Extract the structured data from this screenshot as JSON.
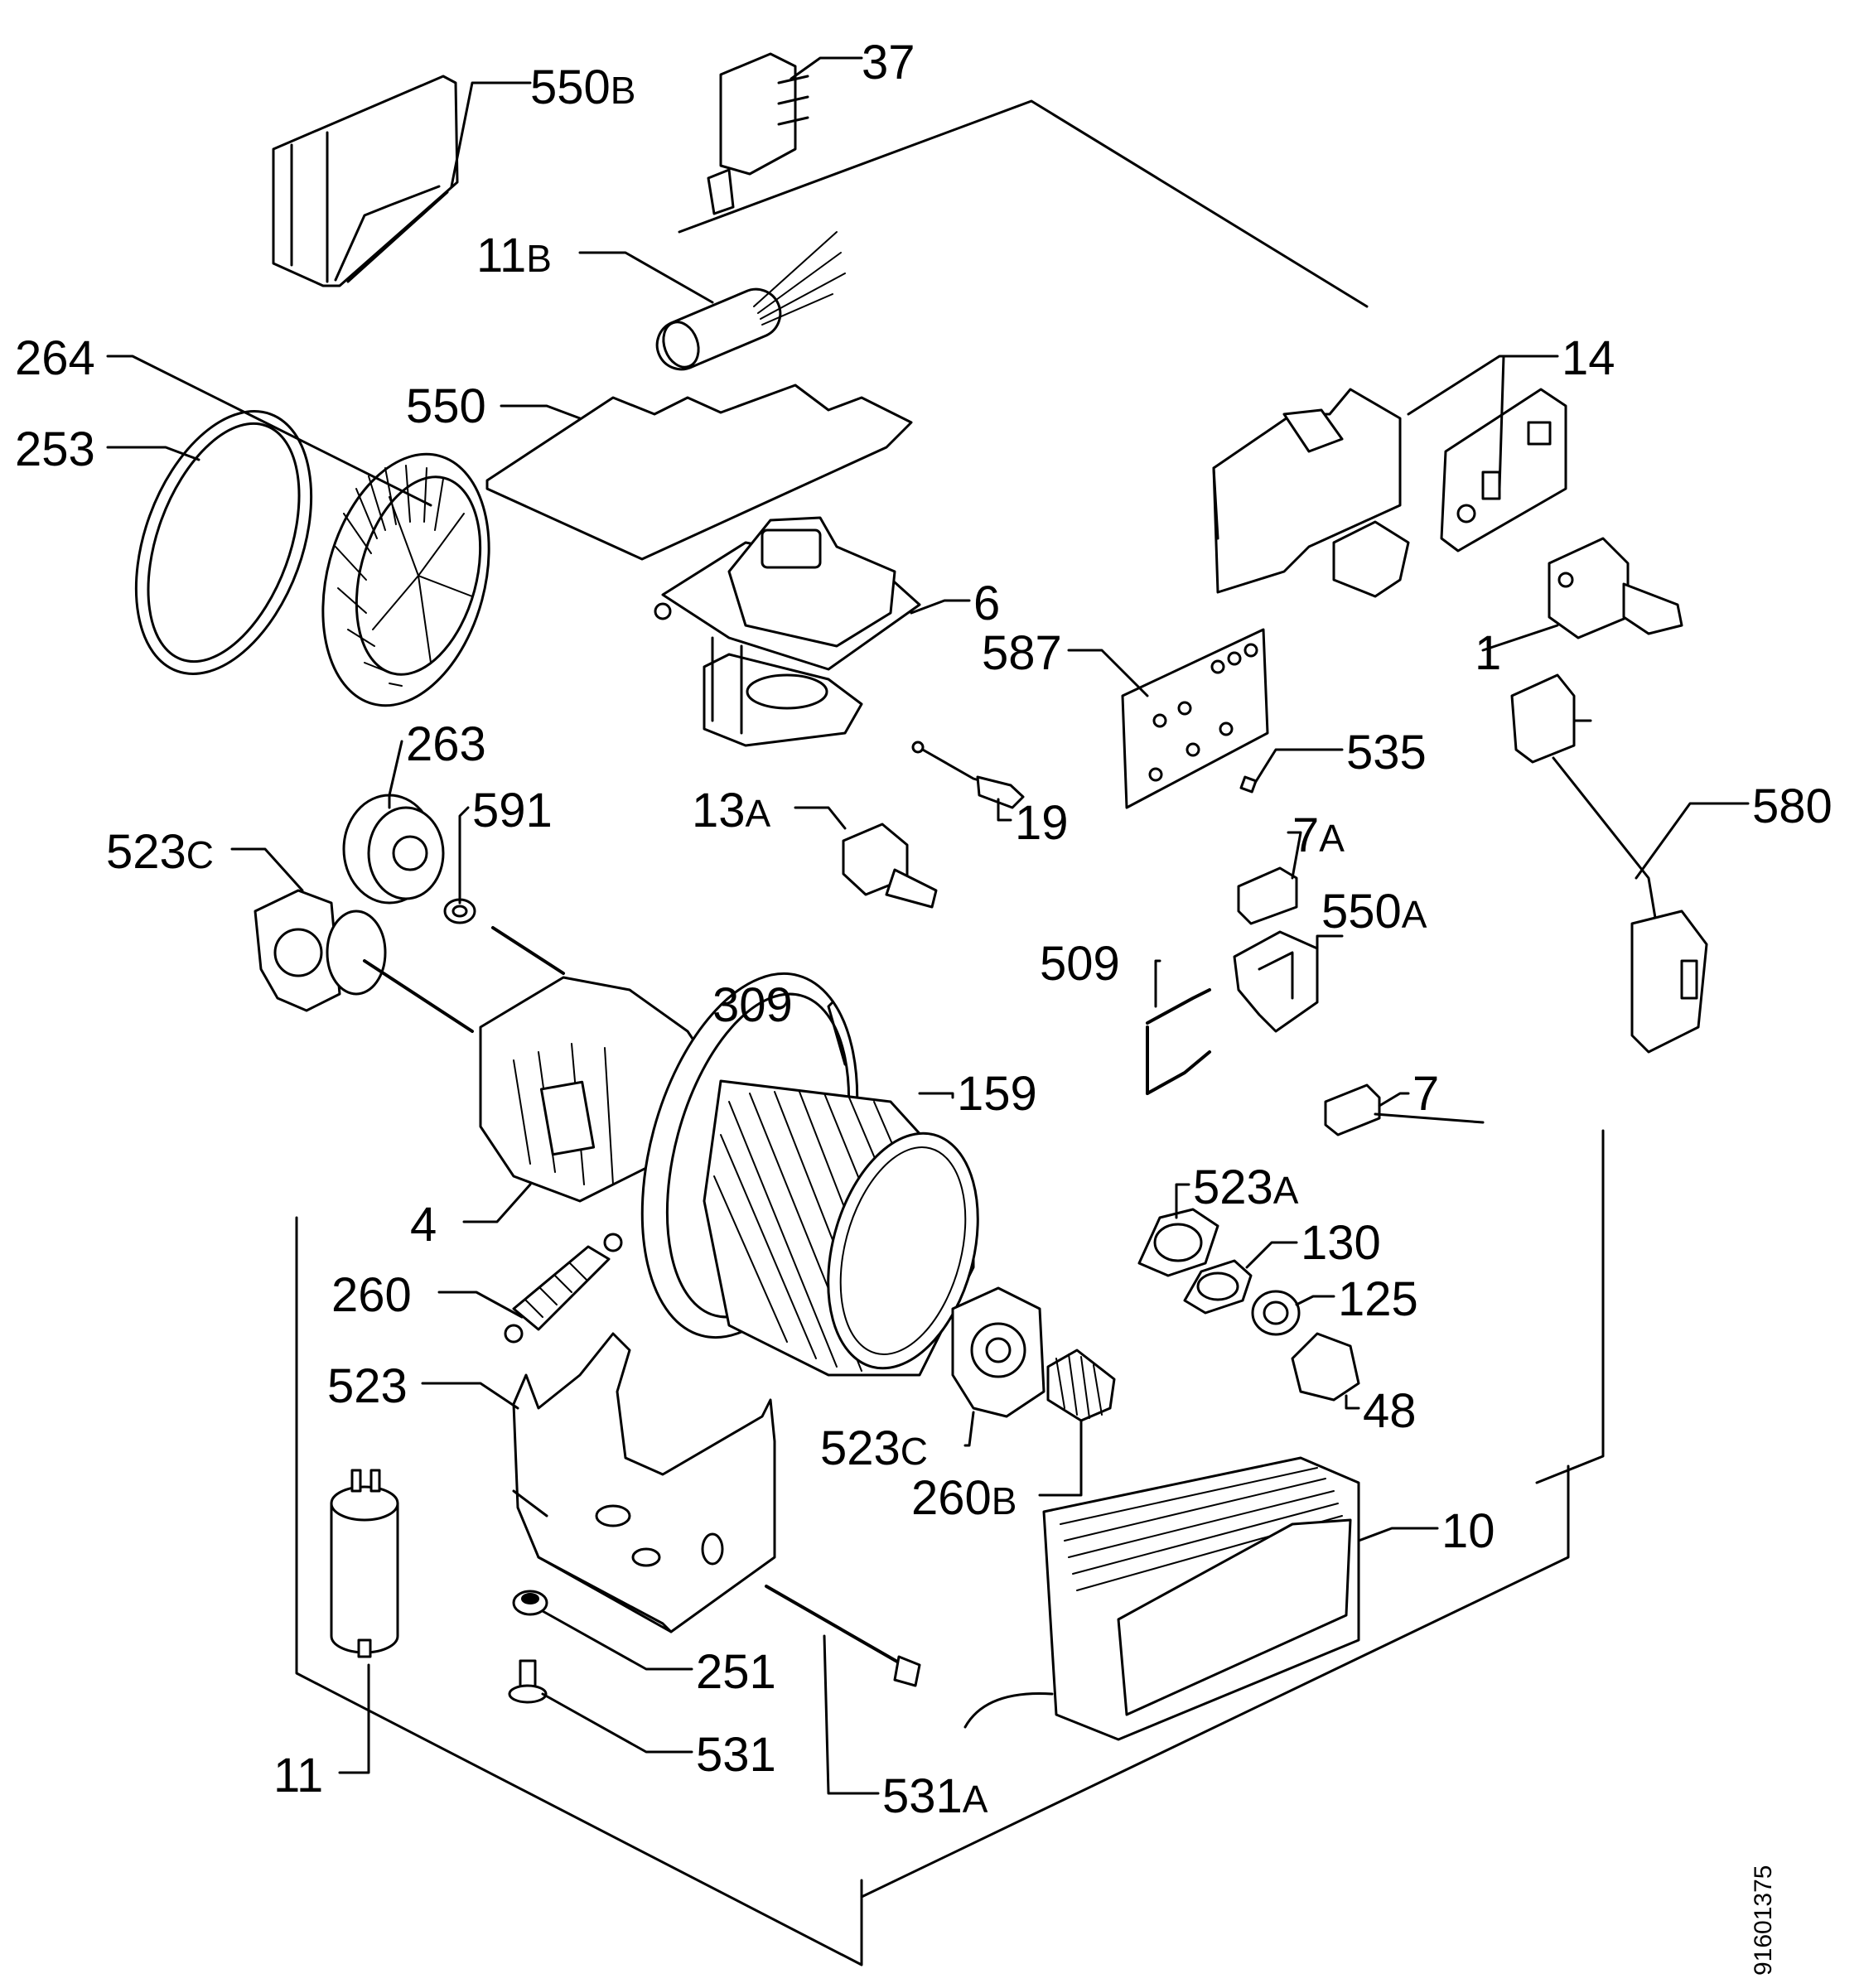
{
  "labels": {
    "p550b": {
      "main": "550",
      "suffix": "B"
    },
    "p37": {
      "main": "37",
      "suffix": ""
    },
    "p11b": {
      "main": "11",
      "suffix": "B"
    },
    "p264": {
      "main": "264",
      "suffix": ""
    },
    "p253": {
      "main": "253",
      "suffix": ""
    },
    "p550": {
      "main": "550",
      "suffix": ""
    },
    "p14": {
      "main": "14",
      "suffix": ""
    },
    "p6": {
      "main": "6",
      "suffix": ""
    },
    "p587": {
      "main": "587",
      "suffix": ""
    },
    "p1": {
      "main": "1",
      "suffix": ""
    },
    "p263": {
      "main": "263",
      "suffix": ""
    },
    "p591": {
      "main": "591",
      "suffix": ""
    },
    "p535": {
      "main": "535",
      "suffix": ""
    },
    "p523c_top": {
      "main": "523",
      "suffix": "C"
    },
    "p13a": {
      "main": "13",
      "suffix": "A"
    },
    "p19": {
      "main": "19",
      "suffix": ""
    },
    "p580": {
      "main": "580",
      "suffix": ""
    },
    "p7a": {
      "main": "7",
      "suffix": "A"
    },
    "p550a": {
      "main": "550",
      "suffix": "A"
    },
    "p509": {
      "main": "509",
      "suffix": ""
    },
    "p309": {
      "main": "309",
      "suffix": ""
    },
    "p159": {
      "main": "159",
      "suffix": ""
    },
    "p7": {
      "main": "7",
      "suffix": ""
    },
    "p4": {
      "main": "4",
      "suffix": ""
    },
    "p523a": {
      "main": "523",
      "suffix": "A"
    },
    "p130": {
      "main": "130",
      "suffix": ""
    },
    "p260": {
      "main": "260",
      "suffix": ""
    },
    "p125": {
      "main": "125",
      "suffix": ""
    },
    "p523": {
      "main": "523",
      "suffix": ""
    },
    "p48": {
      "main": "48",
      "suffix": ""
    },
    "p523c_bot": {
      "main": "523",
      "suffix": "C"
    },
    "p260b": {
      "main": "260",
      "suffix": "B"
    },
    "p10": {
      "main": "10",
      "suffix": ""
    },
    "p251": {
      "main": "251",
      "suffix": ""
    },
    "p531": {
      "main": "531",
      "suffix": ""
    },
    "p11": {
      "main": "11",
      "suffix": ""
    },
    "p531a": {
      "main": "531",
      "suffix": "A"
    }
  },
  "drawing_ref": "91601375"
}
